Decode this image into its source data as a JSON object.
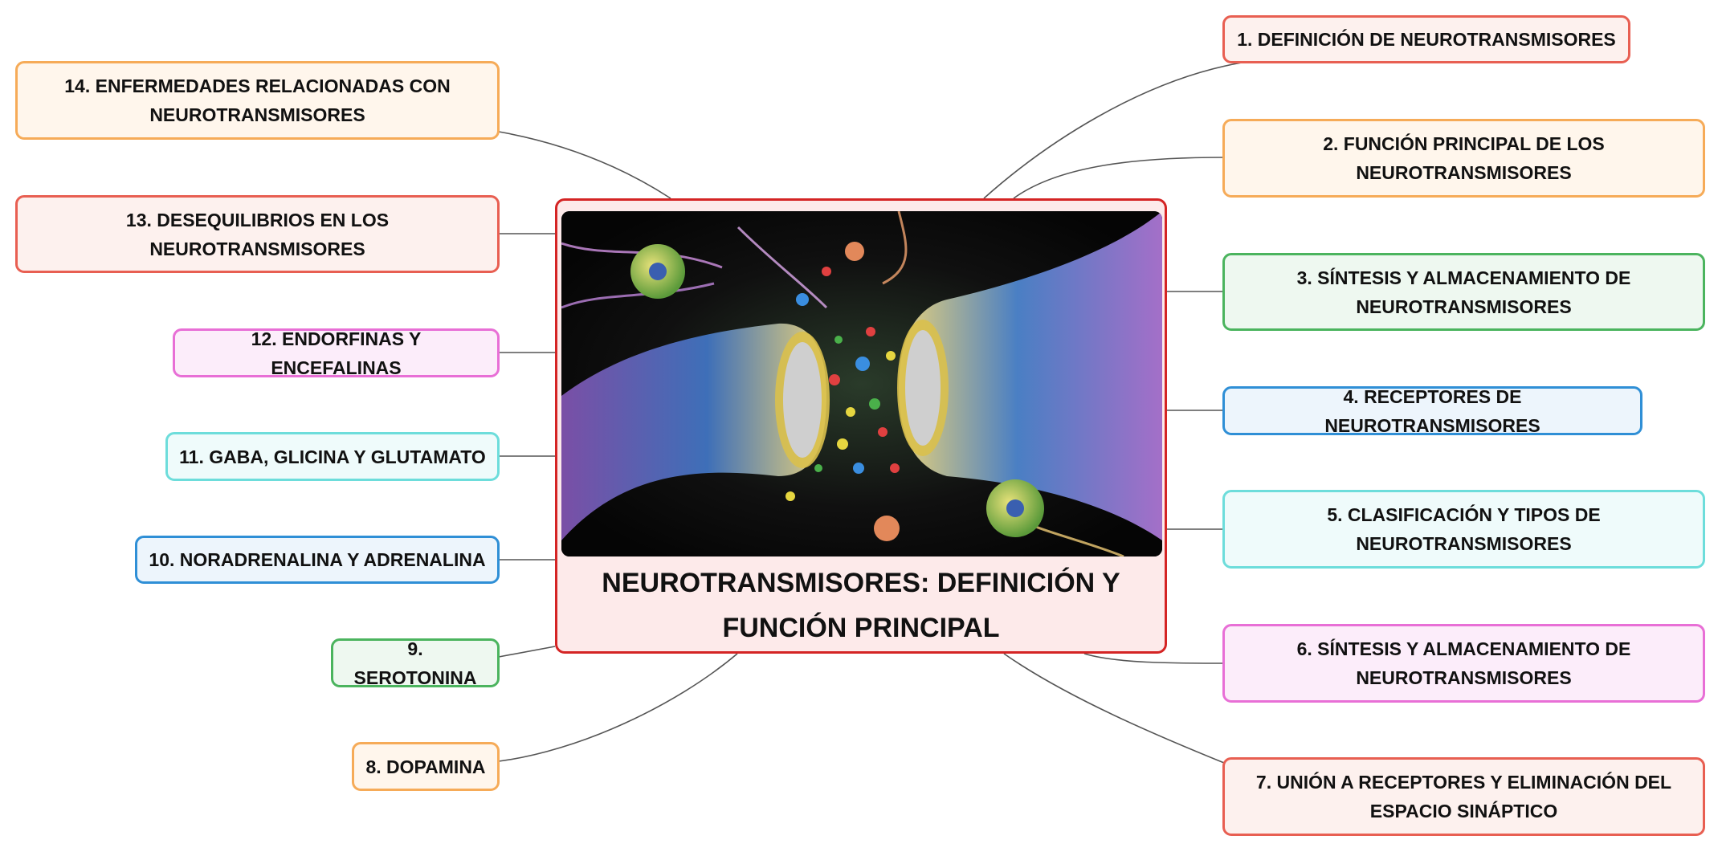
{
  "central": {
    "title": "NEUROTRANSMISORES: DEFINICIÓN Y FUNCIÓN PRINCIPAL",
    "image": "synapse-illustration"
  },
  "topics": [
    {
      "label": "1. DEFINICIÓN DE NEUROTRANSMISORES",
      "color": "#e85f52"
    },
    {
      "label": "2. FUNCIÓN PRINCIPAL DE LOS NEUROTRANSMISORES",
      "color": "#f6ab58"
    },
    {
      "label": "3. SÍNTESIS Y ALMACENAMIENTO DE NEUROTRANSMISORES",
      "color": "#4bb45e"
    },
    {
      "label": "4. RECEPTORES DE NEUROTRANSMISORES",
      "color": "#2f8fd6"
    },
    {
      "label": "5. CLASIFICACIÓN Y TIPOS DE NEUROTRANSMISORES",
      "color": "#6ddddb"
    },
    {
      "label": "6. SÍNTESIS Y ALMACENAMIENTO DE NEUROTRANSMISORES",
      "color": "#e86fd6"
    },
    {
      "label": "7. UNIÓN A RECEPTORES Y ELIMINACIÓN DEL ESPACIO SINÁPTICO",
      "color": "#e85f52"
    },
    {
      "label": "8. DOPAMINA",
      "color": "#f6ab58"
    },
    {
      "label": "9. SEROTONINA",
      "color": "#4bb45e"
    },
    {
      "label": "10. NORADRENALINA Y ADRENALINA",
      "color": "#2f8fd6"
    },
    {
      "label": "11. GABA, GLICINA Y GLUTAMATO",
      "color": "#6ddddb"
    },
    {
      "label": "12. ENDORFINAS Y ENCEFALINAS",
      "color": "#e86fd6"
    },
    {
      "label": "13. DESEQUILIBRIOS EN LOS NEUROTRANSMISORES",
      "color": "#e85f52"
    },
    {
      "label": "14. ENFERMEDADES RELACIONADAS CON NEUROTRANSMISORES",
      "color": "#f6ab58"
    }
  ]
}
